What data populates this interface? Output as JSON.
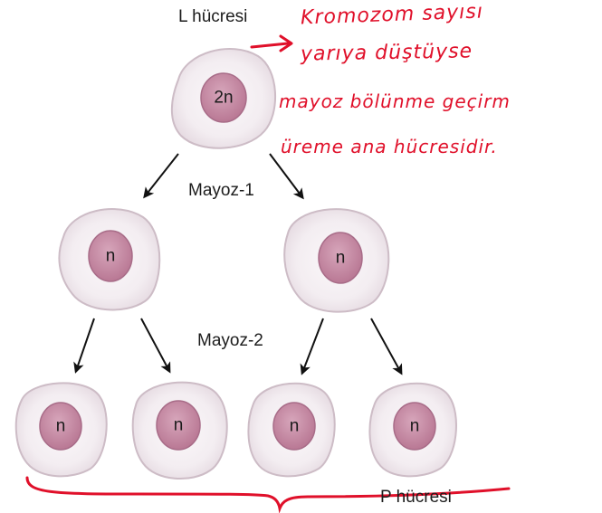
{
  "labels": {
    "top_cell": "L hücresi",
    "meiosis_1": "Mayoz-1",
    "meiosis_2": "Mayoz-2",
    "bottom_cells": "P hücresi"
  },
  "cells": {
    "parent": {
      "nucleus": "2n"
    },
    "meiosis1": [
      {
        "nucleus": "n"
      },
      {
        "nucleus": "n"
      }
    ],
    "meiosis2": [
      {
        "nucleus": "n"
      },
      {
        "nucleus": "n"
      },
      {
        "nucleus": "n"
      },
      {
        "nucleus": "n"
      }
    ]
  },
  "handwritten_note": {
    "lines": [
      "Kromozom sayısı",
      "yarıya düştüyse",
      "mayoz bölünme geçirm",
      "üreme ana hücresidir."
    ]
  },
  "colors": {
    "cell_fill": "#f4eef1",
    "cell_stroke": "#c9b9c2",
    "nucleus_fill": "#c48aa4",
    "nucleus_stroke": "#a86c88",
    "arrow": "#111111",
    "annotation": "#e0102a"
  }
}
